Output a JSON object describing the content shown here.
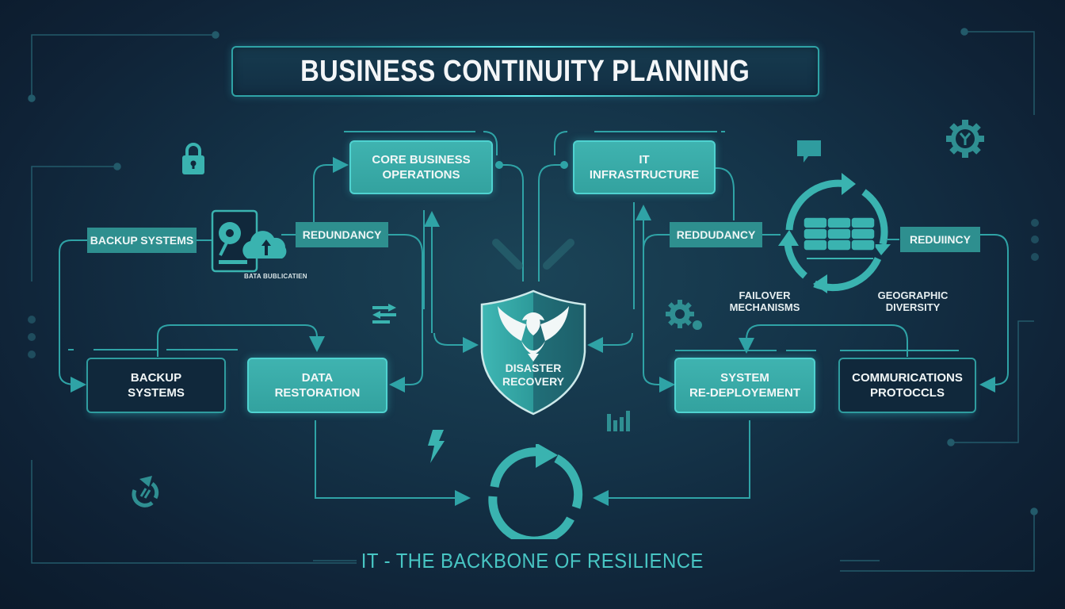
{
  "title": "BUSINESS CONTINUITY PLANNING",
  "footer": "IT - THE BACKBONE OF RESILIENCE",
  "colors": {
    "accent": "#3fb3b0",
    "line": "#2f9c9f",
    "bg": "#143348",
    "text": "#f2f7f7",
    "footer": "#48c6c4"
  },
  "top_cards": [
    {
      "line1": "CORE BUSINESS",
      "line2": "OPERATIONS"
    },
    {
      "line1": "IT",
      "line2": "INFRASTRUCTURE"
    }
  ],
  "tags": {
    "backup_systems": "BACKUP SYSTEMS",
    "redundancy_left": "REDUNDANCY",
    "redundancy_mid": "REDDUDANCY",
    "redundancy_right": "REDUIINCY"
  },
  "small_labels": {
    "data_duplication": "BATA BUBLICATIEN",
    "failover": {
      "line1": "FAILOVER",
      "line2": "MECHANISMS"
    },
    "geo": {
      "line1": "GEOGRAPHIC",
      "line2": "DIVERSITY"
    }
  },
  "bottom_cards": [
    {
      "line1": "BACKUP",
      "line2": "SYSTEMS",
      "style": "outline"
    },
    {
      "line1": "DATA",
      "line2": "RESTORATION",
      "style": "solid"
    },
    {
      "line1": "SYSTEM",
      "line2": "RE-DEPLOYEMENT",
      "style": "solid"
    },
    {
      "line1": "COMMURICATIONS",
      "line2": "PROTOCCLS",
      "style": "outline"
    }
  ],
  "center": {
    "line1": "DISASTER",
    "line2": "RECOVERY"
  },
  "icons": [
    "lock-icon",
    "hard-drive-icon",
    "cloud-sync-icon",
    "transfer-arrows-icon",
    "phoenix-shield-icon",
    "lightning-icon",
    "cycle-arrow-icon",
    "bar-chart-icon",
    "gear-settings-icon",
    "chat-bubble-icon",
    "gear-y-icon",
    "database-cycle-icon",
    "refresh-icon"
  ]
}
